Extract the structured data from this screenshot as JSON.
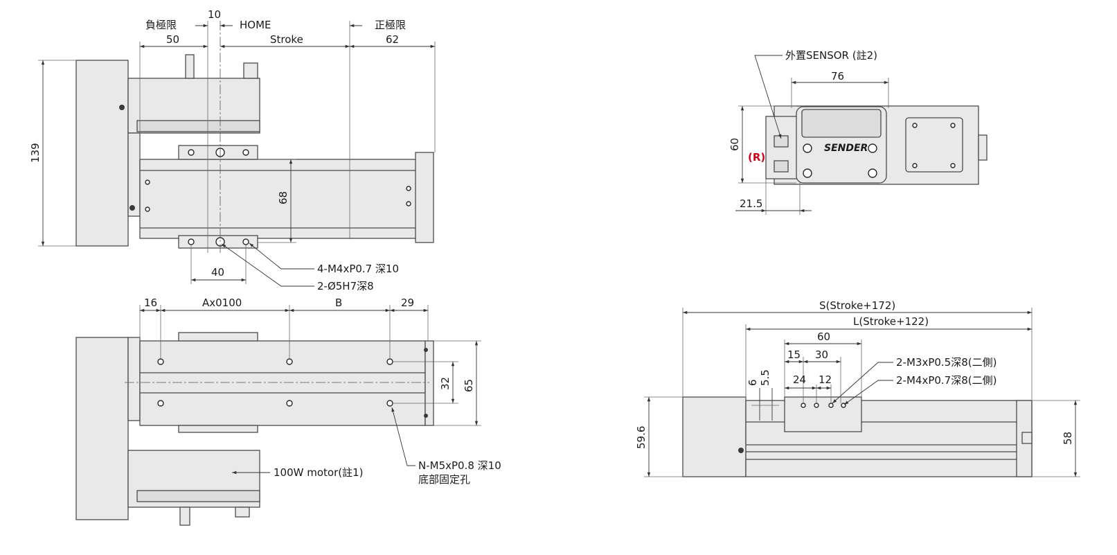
{
  "top_left_view": {
    "neg_limit": "負極限",
    "dim_10": "10",
    "home": "HOME",
    "pos_limit": "正極限",
    "dim_50": "50",
    "stroke": "Stroke",
    "dim_62": "62",
    "dim_139": "139",
    "dim_68": "68",
    "dim_40": "40",
    "note_m4": "4-M4xP0.7 深10",
    "note_d5": "2-Ø5H7深8"
  },
  "bottom_left_view": {
    "dim_16": "16",
    "dim_a": "Ax0100",
    "dim_b": "B",
    "dim_29": "29",
    "dim_32": "32",
    "dim_65": "65",
    "motor_note": "100W motor(註1)",
    "note_n_m5": "N-M5xP0.8 深10",
    "note_base": "底部固定孔"
  },
  "top_right_view": {
    "sensor_note": "外置SENSOR (註2)",
    "dim_76": "76",
    "dim_60": "60",
    "r_mark": "(R)",
    "dim_21_5": "21.5",
    "logo_text": "SENDER"
  },
  "bottom_right_view": {
    "dim_s": "S(Stroke+172)",
    "dim_l": "L(Stroke+122)",
    "dim_60": "60",
    "dim_15": "15",
    "dim_30": "30",
    "dim_24": "24",
    "dim_12": "12",
    "dim_6": "6",
    "dim_5_5": "5.5",
    "note_m3": "2-M3xP0.5深8(二側)",
    "note_m4": "2-M4xP0.7深8(二側)",
    "dim_59_6": "59.6",
    "dim_58": "58"
  }
}
